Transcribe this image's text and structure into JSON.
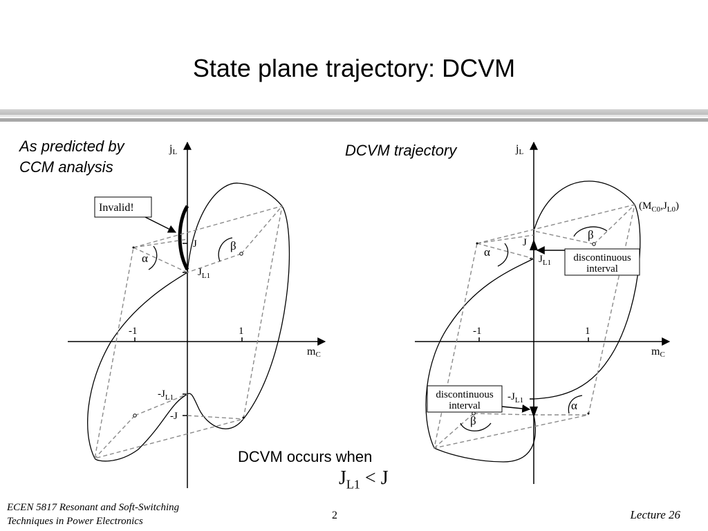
{
  "slide": {
    "title": "State plane trajectory: DCVM",
    "caption_left_line1": "As predicted by",
    "caption_left_line2": "CCM analysis",
    "caption_right": "DCVM trajectory",
    "note": "DCVM occurs when",
    "condition": {
      "lhs": "J",
      "lhs_sub": "L1",
      "op": "<",
      "rhs": "J"
    }
  },
  "footer": {
    "course_line1": "ECEN 5817  Resonant and Soft-Switching",
    "course_line2": "Techniques in Power Electronics",
    "page": "2",
    "lecture": "Lecture 26"
  },
  "left_plot": {
    "y_axis": "j",
    "y_axis_sub": "L",
    "x_axis": "m",
    "x_axis_sub": "C",
    "tick_minus1": "-1",
    "tick_1": "1",
    "label_J": "J",
    "label_JL1": "J",
    "label_JL1_sub": "L1",
    "label_negJL1": "-J",
    "label_negJL1_sub": "L1",
    "label_negJ": "-J",
    "alpha": "α",
    "beta": "β",
    "invalid": "Invalid!"
  },
  "right_plot": {
    "y_axis": "j",
    "y_axis_sub": "L",
    "x_axis": "m",
    "x_axis_sub": "C",
    "tick_minus1": "-1",
    "tick_1": "1",
    "label_J": "J",
    "label_JL1": "J",
    "label_JL1_sub": "L1",
    "label_negJL1": "-J",
    "label_negJL1_sub": "L1",
    "alpha_top": "α",
    "beta_top": "β",
    "alpha_bottom": "α",
    "beta_bottom": "β",
    "point_open": "(M",
    "point_sub1": "C0",
    "point_mid": ",J",
    "point_sub2": "L0",
    "point_close": ")",
    "disc_top_line1": "discontinuous",
    "disc_top_line2": "interval",
    "disc_bot_line1": "discontinuous",
    "disc_bot_line2": "interval"
  },
  "colors": {
    "dash": "#8a8a8a",
    "rule_dark": "#a8a8a8",
    "rule_light": "#d2d2d2"
  }
}
